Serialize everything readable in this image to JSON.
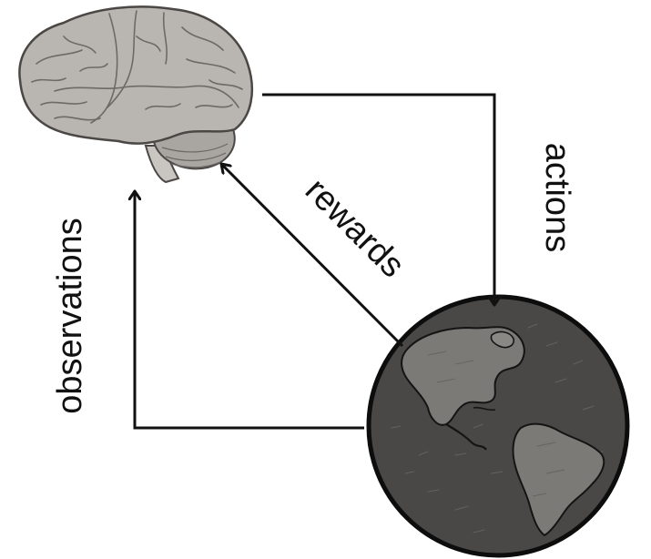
{
  "labels": {
    "actions": "actions",
    "rewards": "rewards",
    "observations": "observations"
  },
  "nodes": {
    "agent": "brain-icon",
    "environment": "earth-globe-icon"
  },
  "colors": {
    "arrow": "#111111",
    "brain": "#b9b5b0",
    "brain_outline": "#4a4745",
    "globe_ocean": "#4a4846",
    "globe_land": "#7c7a77",
    "background": "#ffffff"
  }
}
